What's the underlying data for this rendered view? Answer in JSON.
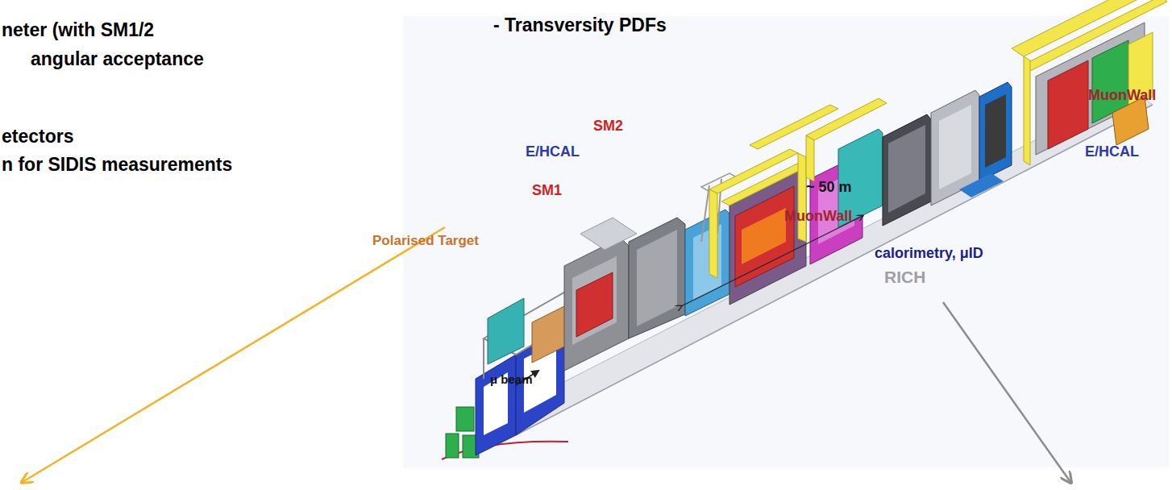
{
  "diagram": {
    "labels": [
      "neter (with SM1/2",
      "- Transversity PDFs",
      "angular acceptance",
      "MuonWall",
      "SM2",
      "E/HCAL",
      "E/HCAL",
      "etectors",
      "n for SIDIS measurements",
      "SM1",
      "~ 50 m",
      "Polarised Target",
      "MuonWall",
      "calorimetry, μID",
      "RICH",
      "μ beam"
    ]
  }
}
